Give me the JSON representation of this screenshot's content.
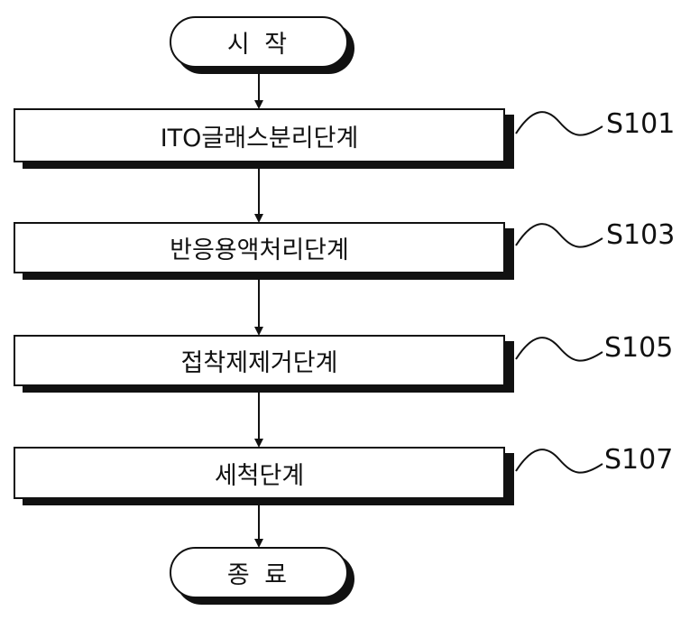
{
  "start": "시 작",
  "end": "종 료",
  "steps": [
    {
      "text": "ITO글래스분리단계",
      "code": "S101"
    },
    {
      "text": "반응용액처리단계",
      "code": "S103"
    },
    {
      "text": "접착제제거단계",
      "code": "S105"
    },
    {
      "text": "세척단계",
      "code": "S107"
    }
  ]
}
